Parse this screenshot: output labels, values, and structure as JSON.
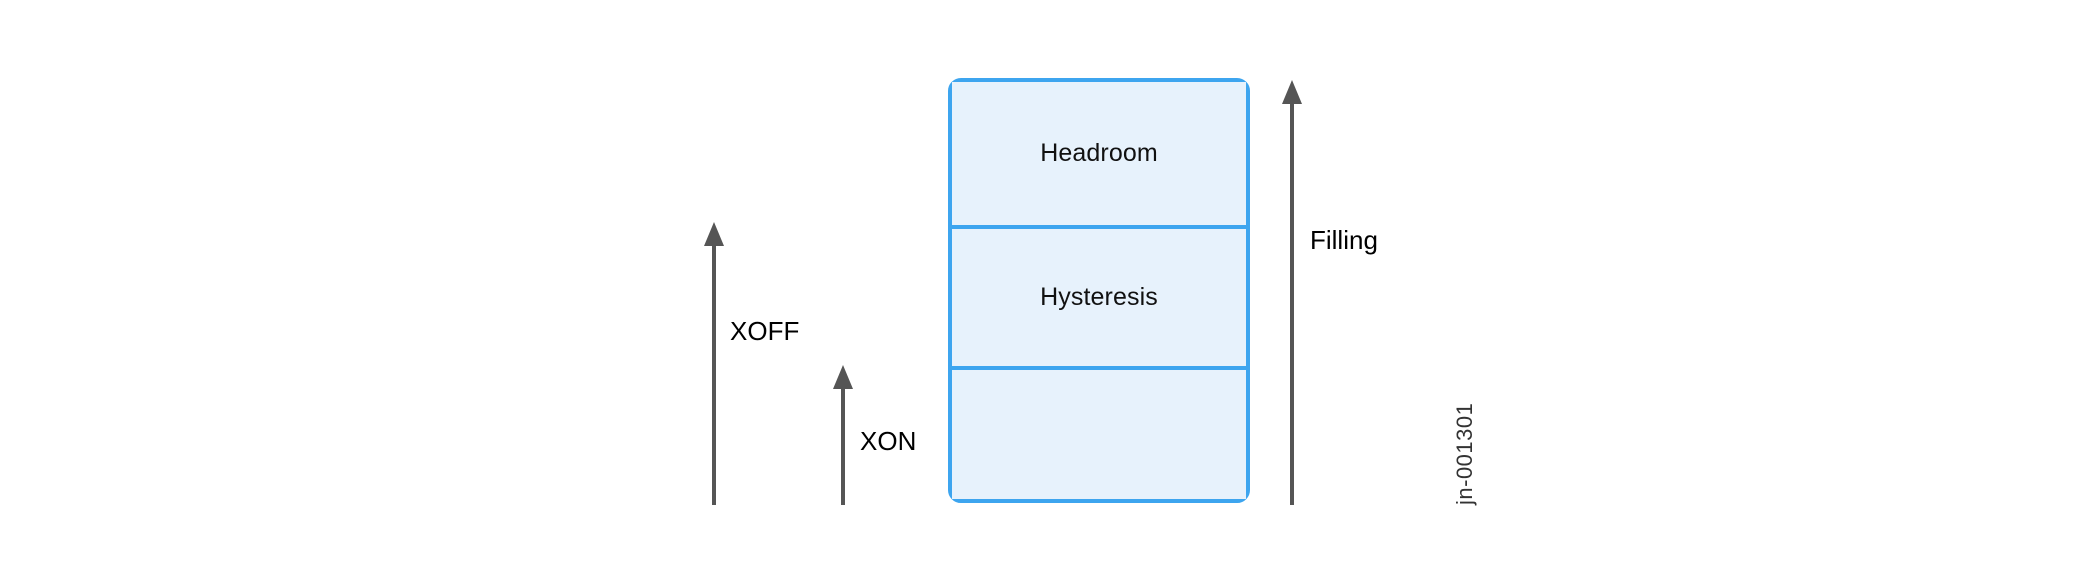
{
  "diagram": {
    "background_color": "#ffffff",
    "box": {
      "name": "buffer",
      "fill_color": "#e7f2fc",
      "border_color": "#3da5ef",
      "segments": [
        {
          "id": "headroom",
          "label": "Headroom"
        },
        {
          "id": "hysteresis",
          "label": "Hysteresis"
        },
        {
          "id": "free",
          "label": ""
        }
      ]
    },
    "arrows": [
      {
        "id": "xoff",
        "label": "XOFF",
        "color": "#555555",
        "direction": "up"
      },
      {
        "id": "xon",
        "label": "XON",
        "color": "#555555",
        "direction": "up"
      },
      {
        "id": "filling",
        "label": "Filling",
        "color": "#555555",
        "direction": "up"
      }
    ],
    "doc_id": "jn-001301"
  }
}
